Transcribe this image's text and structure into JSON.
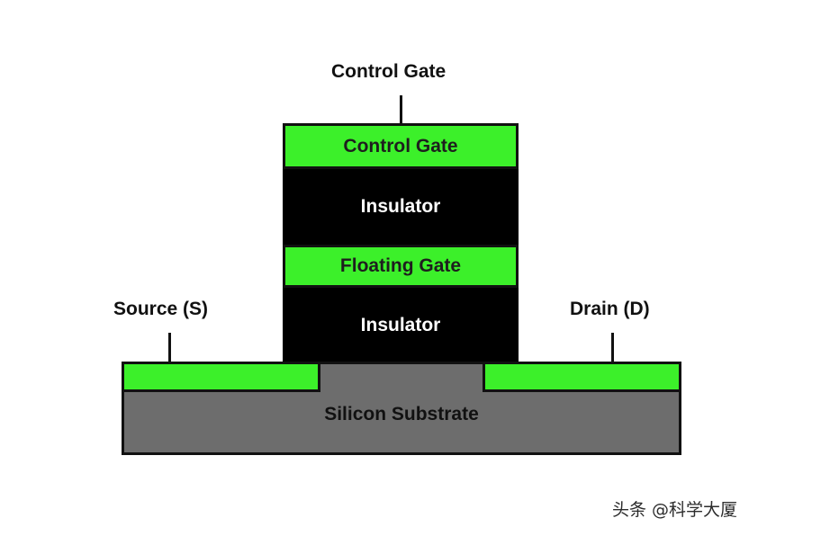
{
  "diagram": {
    "top_label": "Control Gate",
    "control_gate": "Control Gate",
    "insulator_upper": "Insulator",
    "floating_gate": "Floating Gate",
    "insulator_lower": "Insulator",
    "source_label": "Source (S)",
    "drain_label": "Drain (D)",
    "substrate": "Silicon Substrate"
  },
  "watermark": "头条 @科学大厦",
  "colors": {
    "gate_green": "#3cf02a",
    "insulator": "#000000",
    "substrate": "#6d6d6d"
  }
}
